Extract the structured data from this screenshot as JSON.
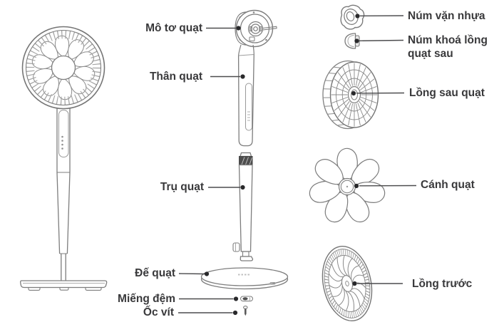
{
  "colors": {
    "background": "#ffffff",
    "line_art": "#7d7d7d",
    "label_text": "#39393b",
    "leader_line": "#4c4c4e",
    "leader_dot": "#29292b",
    "dark_band": "#4e4e4e"
  },
  "parts": {
    "motor": {
      "label": "Mô tơ quạt"
    },
    "body": {
      "label": "Thân quạt"
    },
    "pillar": {
      "label": "Trụ quạt"
    },
    "base": {
      "label": "Đế quạt"
    },
    "gasket": {
      "label": "Miếng đệm"
    },
    "screw": {
      "label": "Ốc vít"
    },
    "plastic_knob": {
      "label": "Núm vặn nhựa"
    },
    "rear_guard_lock_knob": {
      "label": "Núm khoá lồng quạt sau"
    },
    "rear_guard": {
      "label": "Lồng sau quạt"
    },
    "blade": {
      "label": "Cánh quạt"
    },
    "front_guard": {
      "label": "Lồng trước"
    }
  }
}
